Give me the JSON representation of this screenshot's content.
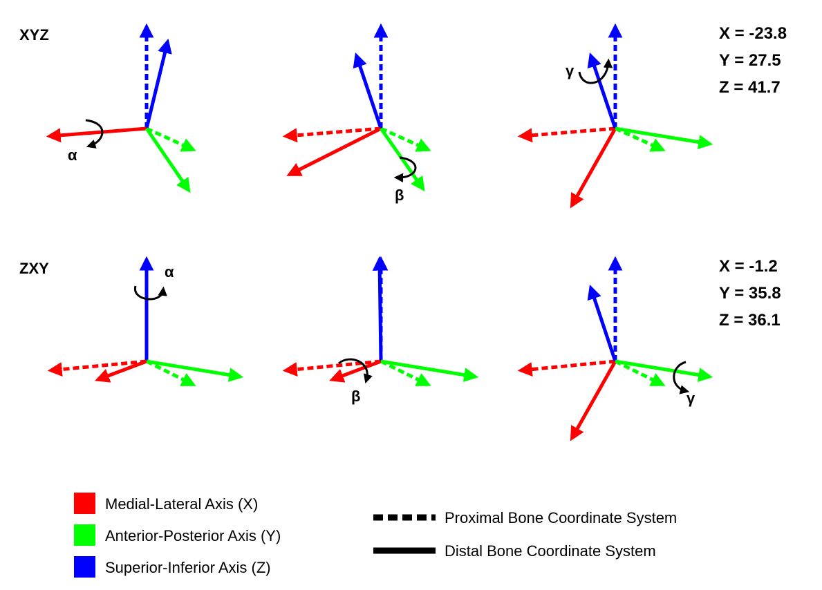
{
  "colors": {
    "x_axis": "#ff0000",
    "y_axis": "#00ff00",
    "z_axis": "#0000ff",
    "rotation_arrow": "#000000"
  },
  "rows": [
    {
      "sequence": "XYZ",
      "values": [
        "X = -23.8",
        "Y = 27.5",
        "Z = 41.7"
      ],
      "rotation_labels": [
        "α",
        "β",
        "γ"
      ]
    },
    {
      "sequence": "ZXY",
      "values": [
        "X = -1.2",
        "Y = 35.8",
        "Z = 36.1"
      ],
      "rotation_labels": [
        "α",
        "β",
        "γ"
      ]
    }
  ],
  "legend": {
    "x_axis": "Medial-Lateral Axis (X)",
    "y_axis": "Anterior-Posterior Axis (Y)",
    "z_axis": "Superior-Inferior Axis (Z)",
    "proximal": "Proximal Bone Coordinate System",
    "distal": "Distal Bone Coordinate System"
  }
}
